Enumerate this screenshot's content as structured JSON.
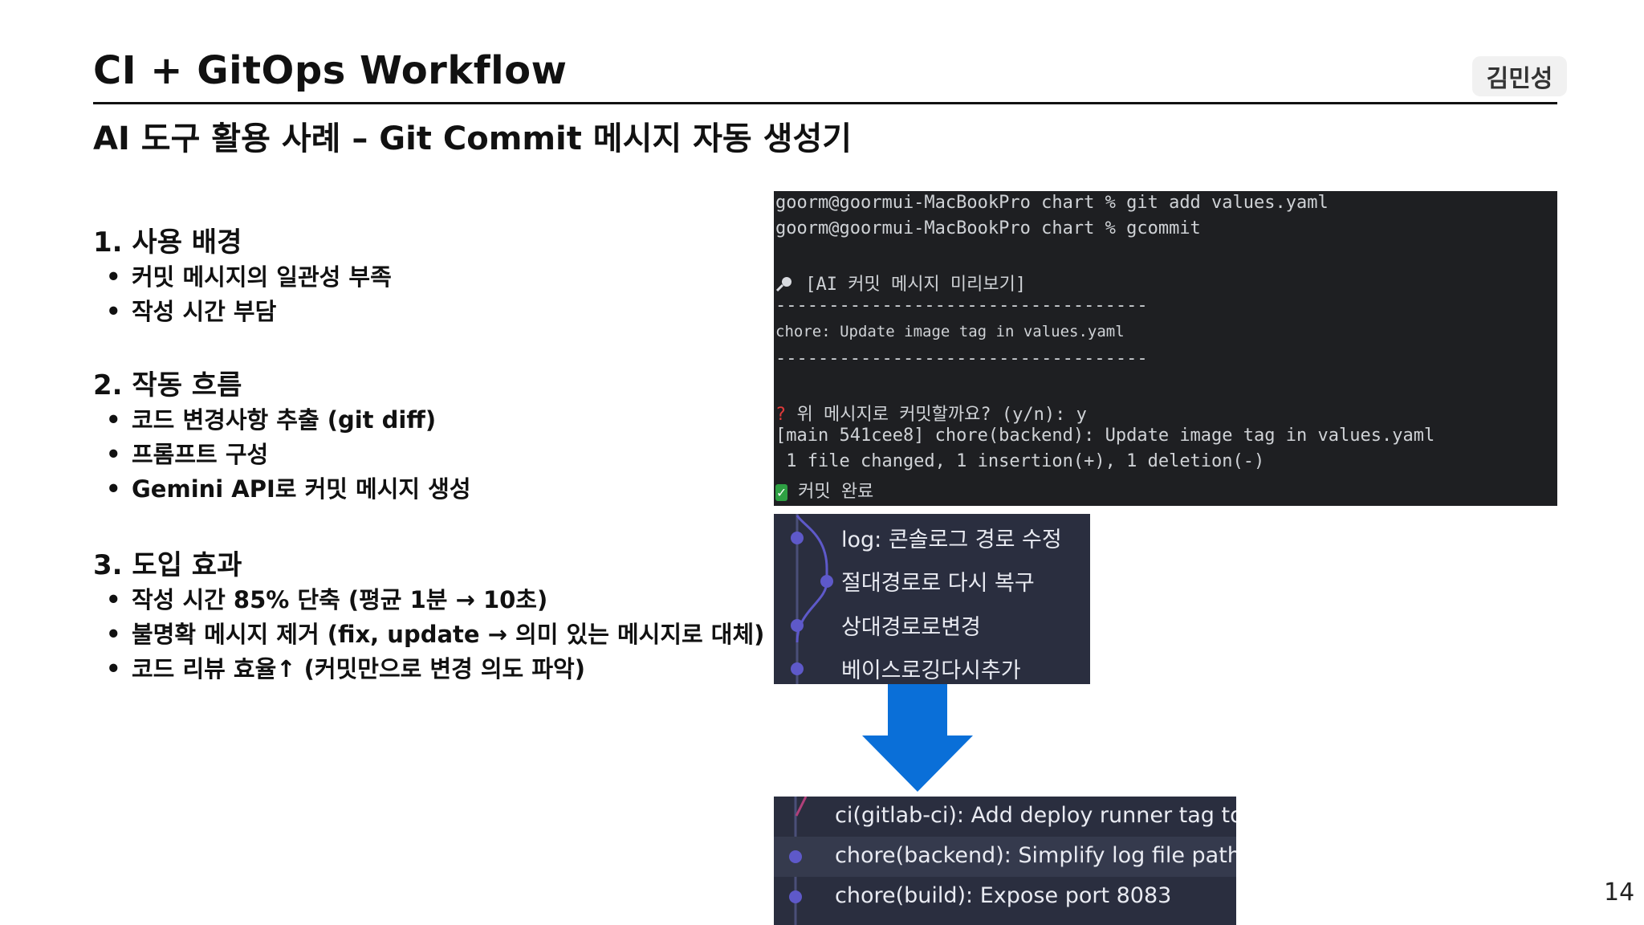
{
  "header": {
    "title": "CI + GitOps Workflow",
    "subtitle": "AI 도구 활용 사례 – Git Commit 메시지 자동 생성기",
    "author": "김민성"
  },
  "sections": [
    {
      "heading": "1. 사용 배경",
      "items": [
        "커밋 메시지의 일관성 부족",
        "작성 시간 부담"
      ]
    },
    {
      "heading": "2. 작동 흐름",
      "items": [
        "코드 변경사항 추출 (git diff)",
        "프롬프트 구성",
        "Gemini API로 커밋 메시지 생성"
      ]
    },
    {
      "heading": "3. 도입 효과",
      "items": [
        "작성 시간 85% 단축 (평균 1분 → 10초)",
        "불명확 메시지 제거 (fix, update → 의미 있는 메시지로 대체)",
        "코드 리뷰 효율↑ (커밋만으로 변경 의도 파악)"
      ]
    }
  ],
  "terminal": {
    "lines": [
      "goorm@goormui-MacBookPro chart % git add values.yaml",
      "goorm@goormui-MacBookPro chart % gcommit",
      "[AI 커밋 메시지 미리보기]",
      "-----------------------------------",
      "chore: Update image tag in values.yaml",
      "-----------------------------------",
      "위 메시지로 커밋할까요? (y/n): y",
      "[main 541cee8] chore(backend): Update image tag in values.yaml",
      " 1 file changed, 1 insertion(+), 1 deletion(-)",
      "커밋 완료"
    ],
    "icons": {
      "preview": "magnifier-icon",
      "question": "red-question-icon",
      "done": "green-check-icon"
    }
  },
  "before_log": {
    "commits": [
      "log: 콘솔로그 경로 수정",
      "절대경로로 다시 복구",
      "상대경로로변경",
      "베이스로깅다시추가"
    ]
  },
  "arrow": {
    "color": "#0a6fd8",
    "icon": "down-arrow-icon"
  },
  "after_log": {
    "commits": [
      "ci(gitlab-ci): Add deploy runner tag to jobs",
      "chore(backend): Simplify log file paths",
      "chore(build): Expose port 8083"
    ]
  },
  "footer": {
    "page_number": "14"
  }
}
